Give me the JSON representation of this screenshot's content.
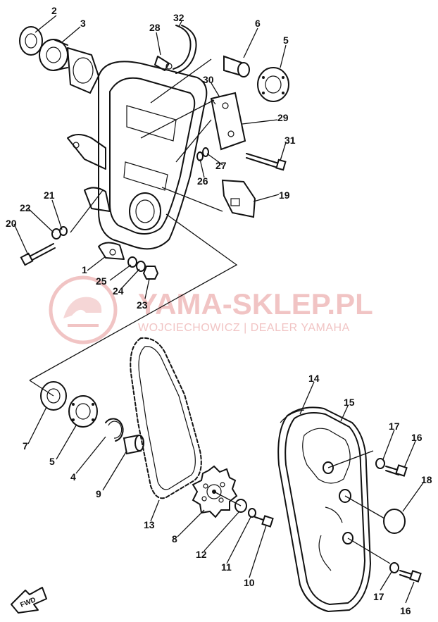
{
  "callouts": [
    {
      "id": "2",
      "label": "2"
    },
    {
      "id": "3",
      "label": "3"
    },
    {
      "id": "28",
      "label": "28"
    },
    {
      "id": "32",
      "label": "32"
    },
    {
      "id": "6-top",
      "label": "6"
    },
    {
      "id": "5-top",
      "label": "5"
    },
    {
      "id": "30",
      "label": "30"
    },
    {
      "id": "29",
      "label": "29"
    },
    {
      "id": "31",
      "label": "31"
    },
    {
      "id": "27",
      "label": "27"
    },
    {
      "id": "26",
      "label": "26"
    },
    {
      "id": "19",
      "label": "19"
    },
    {
      "id": "21",
      "label": "21"
    },
    {
      "id": "22",
      "label": "22"
    },
    {
      "id": "20",
      "label": "20"
    },
    {
      "id": "1",
      "label": "1"
    },
    {
      "id": "25",
      "label": "25"
    },
    {
      "id": "24",
      "label": "24"
    },
    {
      "id": "23",
      "label": "23"
    },
    {
      "id": "7",
      "label": "7"
    },
    {
      "id": "5-bottom",
      "label": "5"
    },
    {
      "id": "4",
      "label": "4"
    },
    {
      "id": "9",
      "label": "9"
    },
    {
      "id": "13",
      "label": "13"
    },
    {
      "id": "8",
      "label": "8"
    },
    {
      "id": "12",
      "label": "12"
    },
    {
      "id": "11",
      "label": "11"
    },
    {
      "id": "10",
      "label": "10"
    },
    {
      "id": "14",
      "label": "14"
    },
    {
      "id": "15",
      "label": "15"
    },
    {
      "id": "17-top",
      "label": "17"
    },
    {
      "id": "16-top",
      "label": "16"
    },
    {
      "id": "18",
      "label": "18"
    },
    {
      "id": "17-bottom",
      "label": "17"
    },
    {
      "id": "16-bottom",
      "label": "16"
    }
  ],
  "watermark": {
    "title": "YAMA-SKLEP.PL",
    "subtitle": "WOJCIECHOWICZ | DEALER YAMAHA",
    "color": "#f1c4c4"
  },
  "fwd_label": "FWD"
}
